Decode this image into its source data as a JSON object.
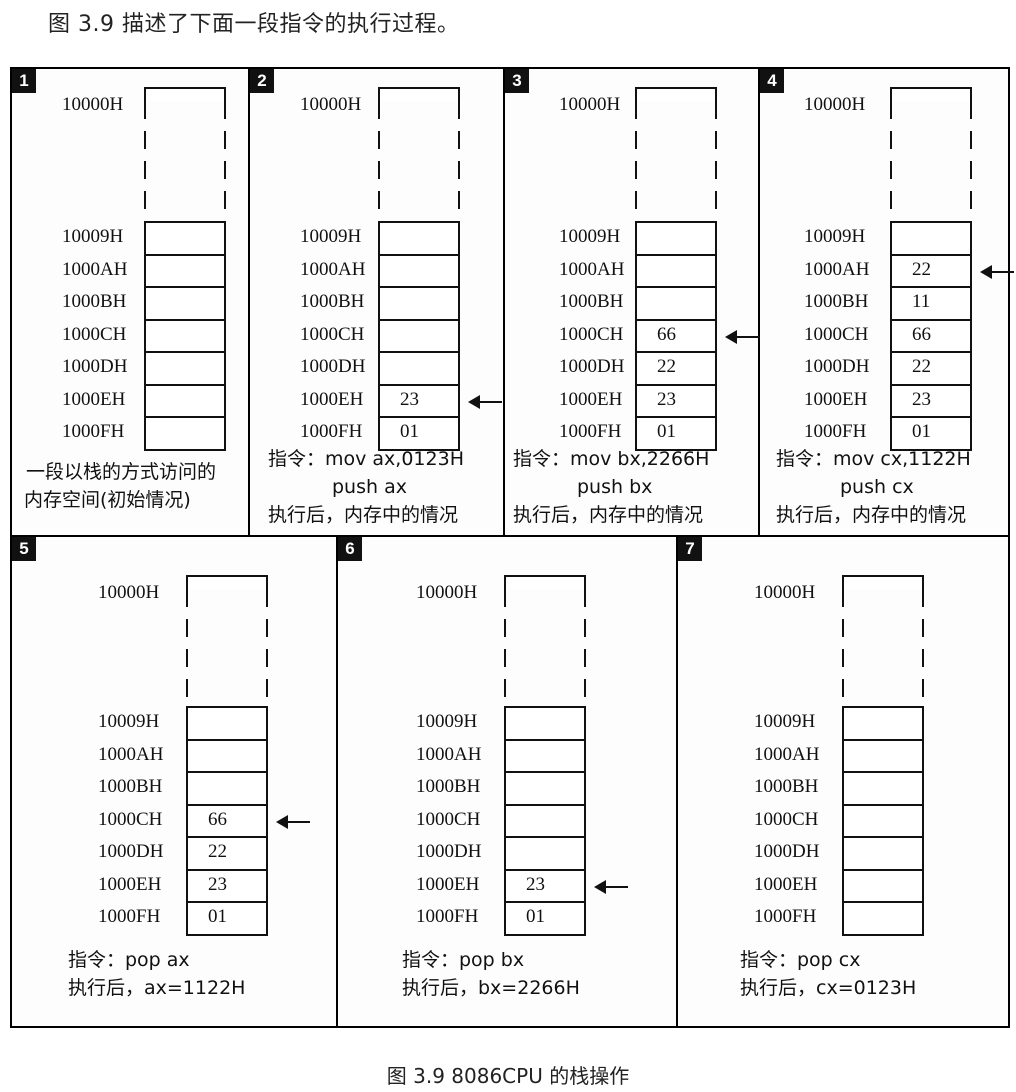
{
  "intro_text": "图 3.9 描述了下面一段指令的执行过程。",
  "figure_title": "图 3.9    8086CPU 的栈操作",
  "top_address": "10000H",
  "addresses": [
    "10009H",
    "1000AH",
    "1000BH",
    "1000CH",
    "1000DH",
    "1000EH",
    "1000FH"
  ],
  "panels": [
    {
      "number": "1",
      "cells": [
        "",
        "",
        "",
        "",
        "",
        "",
        ""
      ],
      "pointer_index": null,
      "caption": [
        "一段以栈的方式访问的",
        "内存空间(初始情况)"
      ]
    },
    {
      "number": "2",
      "cells": [
        "",
        "",
        "",
        "",
        "",
        "23",
        "01"
      ],
      "pointer_index": 5,
      "caption": [
        "指令：mov ax,0123H",
        "push ax",
        "执行后，内存中的情况"
      ]
    },
    {
      "number": "3",
      "cells": [
        "",
        "",
        "",
        "66",
        "22",
        "23",
        "01"
      ],
      "pointer_index": 3,
      "caption": [
        "指令：mov bx,2266H",
        "push bx",
        "执行后，内存中的情况"
      ]
    },
    {
      "number": "4",
      "cells": [
        "",
        "22",
        "11",
        "66",
        "22",
        "23",
        "01"
      ],
      "pointer_index": 1,
      "caption": [
        "指令：mov cx,1122H",
        "push cx",
        "执行后，内存中的情况"
      ]
    },
    {
      "number": "5",
      "cells": [
        "",
        "",
        "",
        "66",
        "22",
        "23",
        "01"
      ],
      "pointer_index": 3,
      "caption": [
        "指令：pop ax",
        "执行后，ax=1122H"
      ]
    },
    {
      "number": "6",
      "cells": [
        "",
        "",
        "",
        "",
        "",
        "23",
        "01"
      ],
      "pointer_index": 5,
      "caption": [
        "指令：pop bx",
        "执行后，bx=2266H"
      ]
    },
    {
      "number": "7",
      "cells": [
        "",
        "",
        "",
        "",
        "",
        "",
        ""
      ],
      "pointer_index": null,
      "caption": [
        "指令：pop cx",
        "执行后，cx=0123H"
      ]
    }
  ]
}
